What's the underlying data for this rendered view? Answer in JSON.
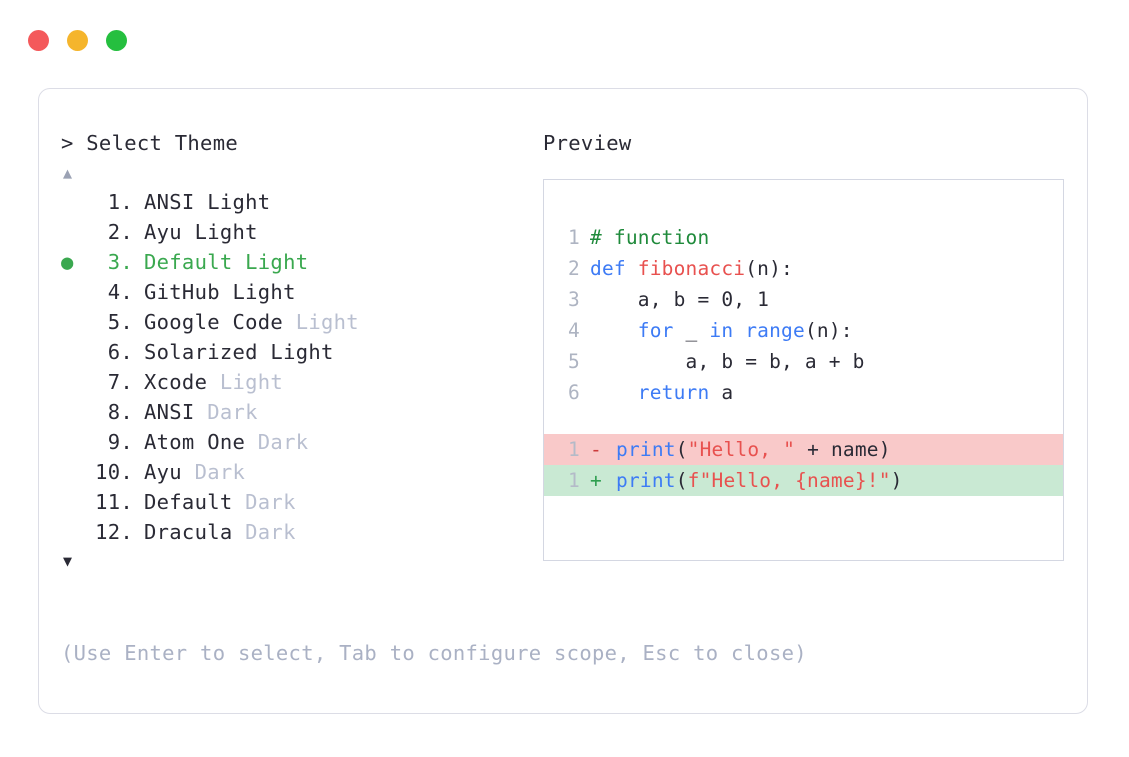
{
  "window": {
    "dots": [
      {
        "name": "close",
        "color": "#f4595b"
      },
      {
        "name": "minimize",
        "color": "#f5b52c"
      },
      {
        "name": "maximize",
        "color": "#25bf3f"
      }
    ]
  },
  "left": {
    "prompt": "> Select Theme",
    "scroll_up": "▲",
    "scroll_down": "▼",
    "help": "(Use Enter to select, Tab to configure scope, Esc to close)",
    "selected_index": 3,
    "selected_bullet": "●",
    "accent_color": "#3aa84f",
    "items": [
      {
        "num": "1.",
        "name": "ANSI",
        "suffix": "Light",
        "suffix_dim": false,
        "selected": false
      },
      {
        "num": "2.",
        "name": "Ayu",
        "suffix": "Light",
        "suffix_dim": false,
        "selected": false
      },
      {
        "num": "3.",
        "name": "Default",
        "suffix": "Light",
        "suffix_dim": false,
        "selected": true
      },
      {
        "num": "4.",
        "name": "GitHub",
        "suffix": "Light",
        "suffix_dim": false,
        "selected": false
      },
      {
        "num": "5.",
        "name": "Google Code",
        "suffix": "Light",
        "suffix_dim": true,
        "selected": false
      },
      {
        "num": "6.",
        "name": "Solarized",
        "suffix": "Light",
        "suffix_dim": false,
        "selected": false
      },
      {
        "num": "7.",
        "name": "Xcode",
        "suffix": "Light",
        "suffix_dim": true,
        "selected": false
      },
      {
        "num": "8.",
        "name": "ANSI",
        "suffix": "Dark",
        "suffix_dim": true,
        "selected": false
      },
      {
        "num": "9.",
        "name": "Atom One",
        "suffix": "Dark",
        "suffix_dim": true,
        "selected": false
      },
      {
        "num": "10.",
        "name": "Ayu",
        "suffix": "Dark",
        "suffix_dim": true,
        "selected": false
      },
      {
        "num": "11.",
        "name": "Default",
        "suffix": "Dark",
        "suffix_dim": true,
        "selected": false
      },
      {
        "num": "12.",
        "name": "Dracula",
        "suffix": "Dark",
        "suffix_dim": true,
        "selected": false
      }
    ]
  },
  "preview": {
    "title": "Preview",
    "code": [
      {
        "ln": "1",
        "tokens": [
          {
            "t": "# function",
            "c": "comment"
          }
        ]
      },
      {
        "ln": "2",
        "tokens": [
          {
            "t": "def ",
            "c": "kw"
          },
          {
            "t": "fibonacci",
            "c": "fn"
          },
          {
            "t": "(n):",
            "c": "plain"
          }
        ]
      },
      {
        "ln": "3",
        "tokens": [
          {
            "t": "    a, b = 0, 1",
            "c": "plain"
          }
        ]
      },
      {
        "ln": "4",
        "tokens": [
          {
            "t": "    ",
            "c": "plain"
          },
          {
            "t": "for",
            "c": "kw"
          },
          {
            "t": " _ ",
            "c": "plain"
          },
          {
            "t": "in range",
            "c": "kw"
          },
          {
            "t": "(n):",
            "c": "plain"
          }
        ]
      },
      {
        "ln": "5",
        "tokens": [
          {
            "t": "        a, b = b, a + b",
            "c": "plain"
          }
        ]
      },
      {
        "ln": "6",
        "tokens": [
          {
            "t": "    ",
            "c": "plain"
          },
          {
            "t": "return",
            "c": "kw"
          },
          {
            "t": " a",
            "c": "plain"
          }
        ]
      }
    ],
    "diff": [
      {
        "ln": "1",
        "sign": "-",
        "kind": "del",
        "tokens": [
          {
            "t": "print",
            "c": "kw"
          },
          {
            "t": "(",
            "c": "plain"
          },
          {
            "t": "\"Hello, \"",
            "c": "str"
          },
          {
            "t": " + name)",
            "c": "plain"
          }
        ]
      },
      {
        "ln": "1",
        "sign": "+",
        "kind": "add",
        "tokens": [
          {
            "t": "print",
            "c": "kw"
          },
          {
            "t": "(",
            "c": "plain"
          },
          {
            "t": "f\"Hello, {name}!\"",
            "c": "str"
          },
          {
            "t": ")",
            "c": "plain"
          }
        ]
      }
    ]
  }
}
